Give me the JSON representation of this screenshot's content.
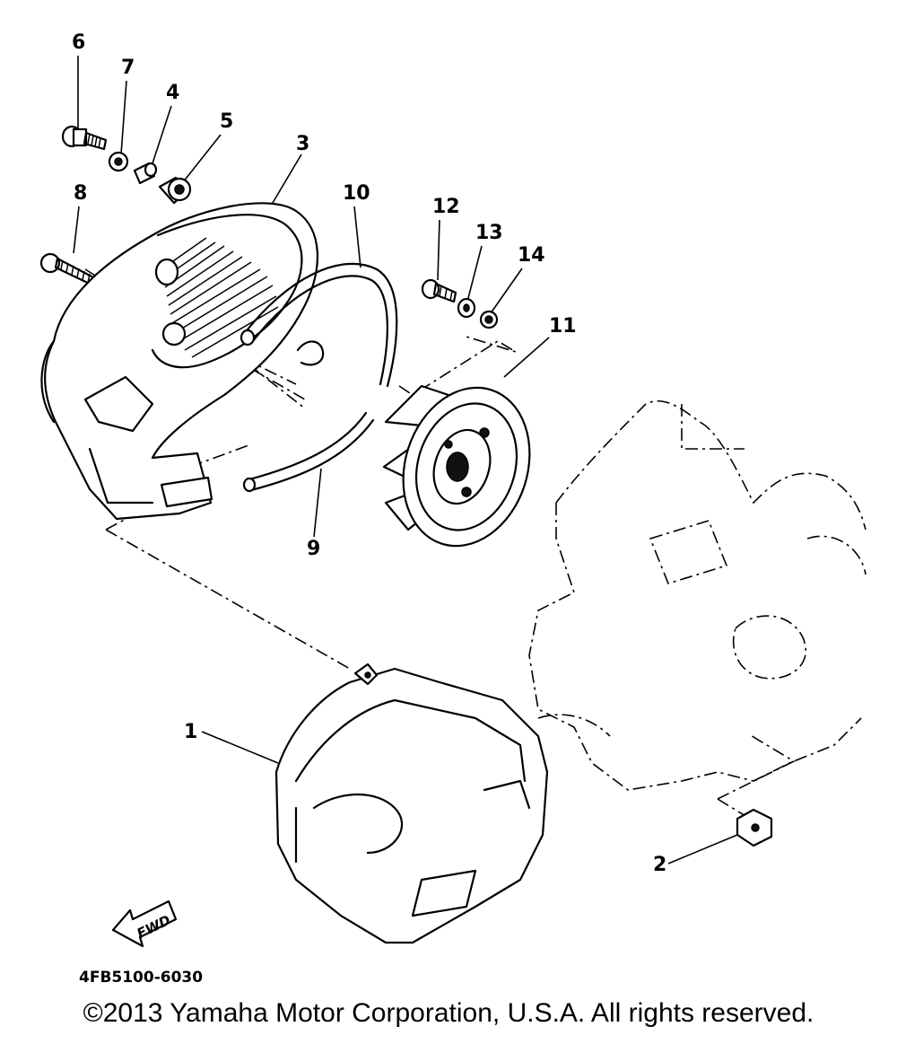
{
  "diagram": {
    "callouts": {
      "c1": "1",
      "c2": "2",
      "c3": "3",
      "c4": "4",
      "c5": "5",
      "c6": "6",
      "c7": "7",
      "c8": "8",
      "c9": "9",
      "c10": "10",
      "c11": "11",
      "c12": "12",
      "c13": "13",
      "c14": "14"
    },
    "fwd_label": "FWD",
    "part_code": "4FB5100-6030"
  },
  "footer": {
    "copyright": "©2013 Yamaha Motor Corporation, U.S.A. All rights reserved."
  }
}
